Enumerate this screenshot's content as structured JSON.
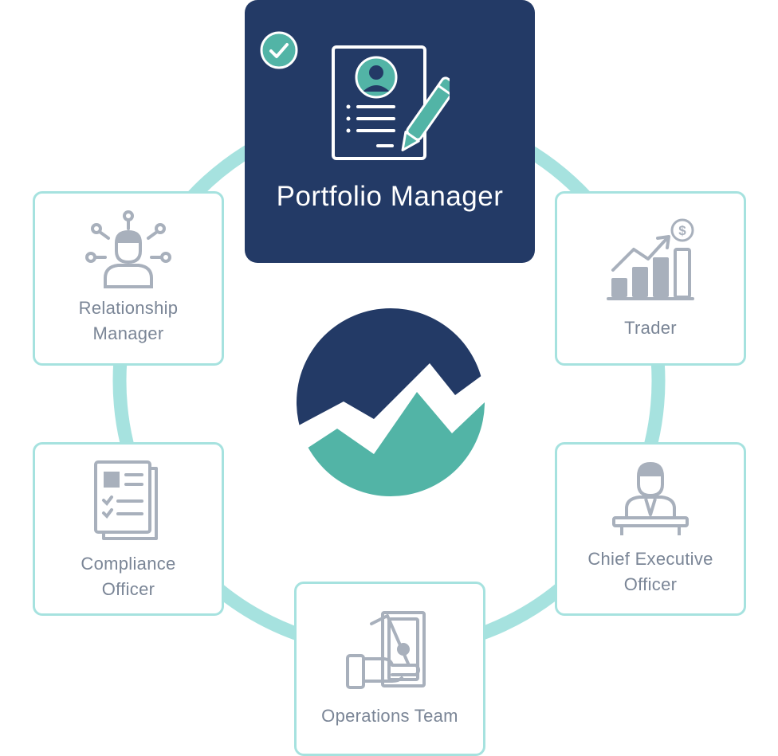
{
  "diagram": {
    "active_role": {
      "label": "Portfolio Manager",
      "icon": "resume-pen-icon",
      "selected": true
    },
    "roles": [
      {
        "id": "relationship-manager",
        "line1": "Relationship",
        "line2": "Manager",
        "icon": "network-person-icon"
      },
      {
        "id": "trader",
        "line1": "Trader",
        "line2": "",
        "icon": "growth-chart-dollar-icon"
      },
      {
        "id": "compliance-officer",
        "line1": "Compliance",
        "line2": "Officer",
        "icon": "checklist-document-icon"
      },
      {
        "id": "chief-executive-officer",
        "line1": "Chief Executive",
        "line2": "Officer",
        "icon": "person-podium-icon"
      },
      {
        "id": "operations-team",
        "line1": "Operations Team",
        "line2": "",
        "icon": "cash-in-hand-icon"
      }
    ],
    "center_logo": "mountain-chart-logo",
    "colors": {
      "navy": "#233a66",
      "teal": "#52b4a6",
      "ring": "#a6e2df",
      "icon_gray": "#a8b0bc",
      "label_gray": "#7a8596"
    }
  }
}
